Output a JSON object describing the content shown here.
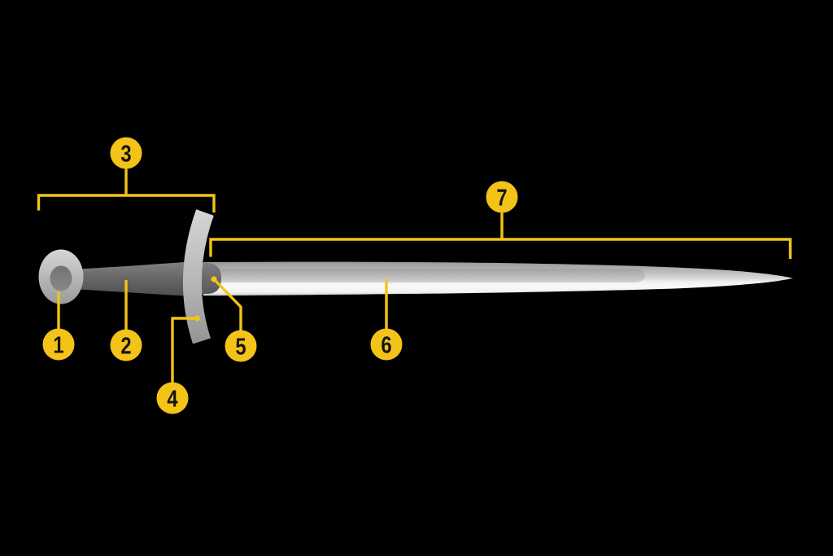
{
  "diagram": {
    "background_color": "#000000",
    "accent_color": "#F3C318",
    "number_color": "#141414",
    "callouts": [
      {
        "number": "1"
      },
      {
        "number": "2"
      },
      {
        "number": "3"
      },
      {
        "number": "4"
      },
      {
        "number": "5"
      },
      {
        "number": "6"
      },
      {
        "number": "7"
      }
    ]
  }
}
